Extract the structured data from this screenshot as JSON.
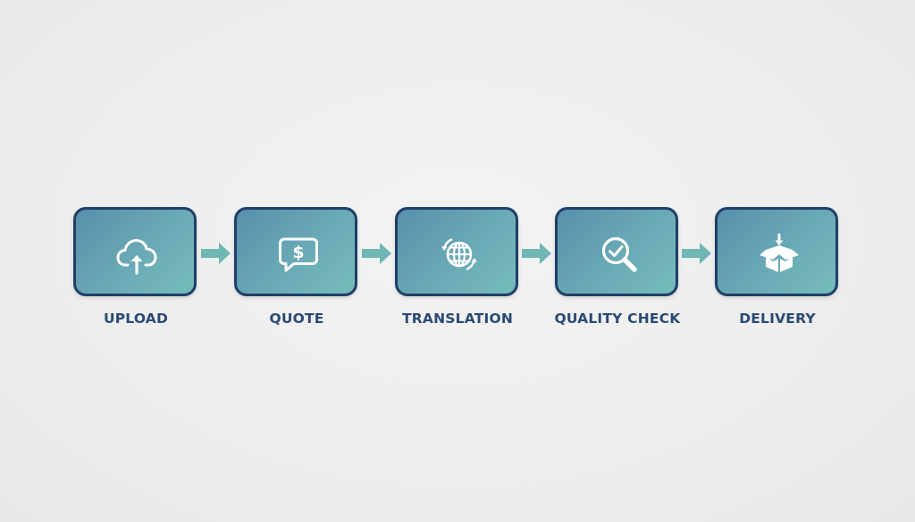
{
  "steps": [
    {
      "label": "UPLOAD",
      "icon": "cloud-upload-icon"
    },
    {
      "label": "QUOTE",
      "icon": "speech-bubble-dollar-icon"
    },
    {
      "label": "TRANSLATION",
      "icon": "globe-refresh-icon"
    },
    {
      "label": "QUALITY CHECK",
      "icon": "magnifier-check-icon"
    },
    {
      "label": "DELIVERY",
      "icon": "open-box-icon"
    }
  ],
  "colors": {
    "background": "#efefef",
    "box_border": "#1f3f66",
    "box_fill_start": "#5a8fab",
    "box_fill_end": "#76bcbb",
    "arrow": "#6fb7b3",
    "label": "#2a4a73",
    "icon": "#ffffff"
  }
}
